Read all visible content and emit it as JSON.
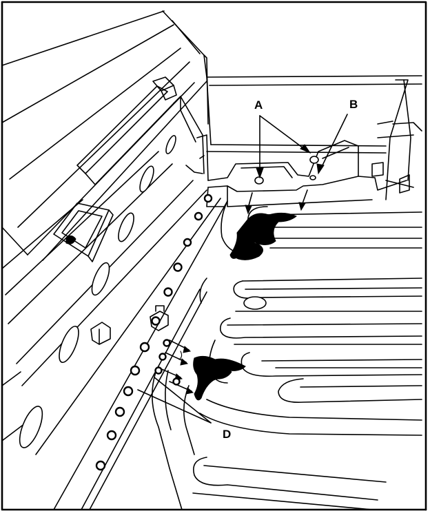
{
  "diagram": {
    "callouts": [
      {
        "id": "A",
        "label": "A"
      },
      {
        "id": "B",
        "label": "B"
      },
      {
        "id": "D",
        "label": "D"
      }
    ],
    "colors": {
      "ink": "#000000",
      "paper": "#ffffff"
    }
  }
}
